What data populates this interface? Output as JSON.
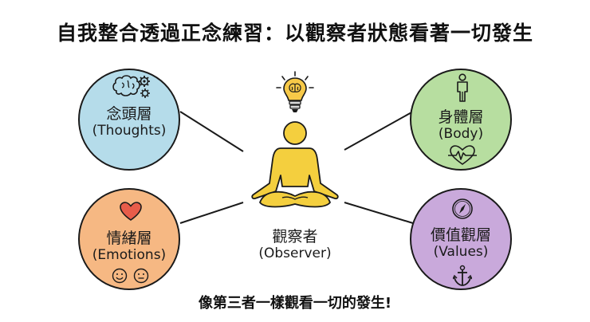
{
  "title": "自我整合透過正念練習：以觀察者狀態看著一切發生",
  "center": {
    "label_zh": "觀察者",
    "label_en": "(Observer)"
  },
  "layers": [
    {
      "label_zh": "念頭層",
      "label_en": "(Thoughts)",
      "color": "#b5dcea",
      "icons": [
        "brain-icon",
        "gear-icon"
      ]
    },
    {
      "label_zh": "身體層",
      "label_en": "(Body)",
      "color": "#b7dea0",
      "icons": [
        "person-icon",
        "heartbeat-icon"
      ]
    },
    {
      "label_zh": "情緒層",
      "label_en": "(Emotions)",
      "color": "#f6b883",
      "icons": [
        "heart-icon",
        "smile-face-icon",
        "neutral-face-icon"
      ]
    },
    {
      "label_zh": "價值觀層",
      "label_en": "(Values)",
      "color": "#c9a9db",
      "icons": [
        "compass-icon",
        "anchor-icon"
      ]
    }
  ],
  "colors": {
    "observer": "#f4cf3e",
    "bulb": "#f7c948",
    "heart": "#e85d4a",
    "line": "#1a1a1a"
  },
  "footer": "像第三者一樣觀看一切的發生!"
}
